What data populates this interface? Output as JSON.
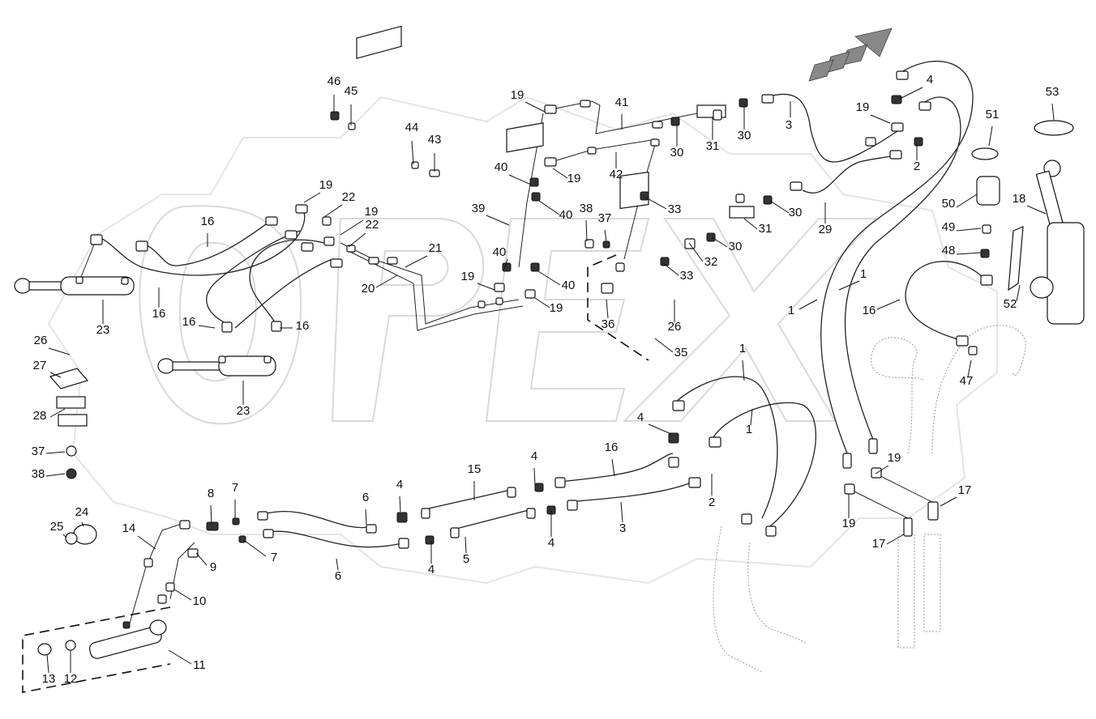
{
  "watermark": {
    "text": "OPEX",
    "color": "#d9d9d9"
  },
  "brand_mark": "",
  "colors": {
    "line": "#111111",
    "ghost": "#999999",
    "background": "#ffffff",
    "arrow": "#888888"
  },
  "callouts": [
    {
      "id": "c1a",
      "label": "1"
    },
    {
      "id": "c1b",
      "label": "1"
    },
    {
      "id": "c1c",
      "label": "1"
    },
    {
      "id": "c1d",
      "label": "1"
    },
    {
      "id": "c2a",
      "label": "2"
    },
    {
      "id": "c2b",
      "label": "2"
    },
    {
      "id": "c3a",
      "label": "3"
    },
    {
      "id": "c3b",
      "label": "3"
    },
    {
      "id": "c4a",
      "label": "4"
    },
    {
      "id": "c4b",
      "label": "4"
    },
    {
      "id": "c4c",
      "label": "4"
    },
    {
      "id": "c4d",
      "label": "4"
    },
    {
      "id": "c4e",
      "label": "4"
    },
    {
      "id": "c4f",
      "label": "4"
    },
    {
      "id": "c5",
      "label": "5"
    },
    {
      "id": "c6a",
      "label": "6"
    },
    {
      "id": "c6b",
      "label": "6"
    },
    {
      "id": "c7a",
      "label": "7"
    },
    {
      "id": "c7b",
      "label": "7"
    },
    {
      "id": "c8",
      "label": "8"
    },
    {
      "id": "c9",
      "label": "9"
    },
    {
      "id": "c10",
      "label": "10"
    },
    {
      "id": "c11",
      "label": "11"
    },
    {
      "id": "c12",
      "label": "12"
    },
    {
      "id": "c13",
      "label": "13"
    },
    {
      "id": "c14",
      "label": "14"
    },
    {
      "id": "c15",
      "label": "15"
    },
    {
      "id": "c16a",
      "label": "16"
    },
    {
      "id": "c16b",
      "label": "16"
    },
    {
      "id": "c16c",
      "label": "16"
    },
    {
      "id": "c16d",
      "label": "16"
    },
    {
      "id": "c16e",
      "label": "16"
    },
    {
      "id": "c16f",
      "label": "16"
    },
    {
      "id": "c17a",
      "label": "17"
    },
    {
      "id": "c17b",
      "label": "17"
    },
    {
      "id": "c18",
      "label": "18"
    },
    {
      "id": "c19a",
      "label": "19"
    },
    {
      "id": "c19b",
      "label": "19"
    },
    {
      "id": "c19c",
      "label": "19"
    },
    {
      "id": "c19d",
      "label": "19"
    },
    {
      "id": "c19e",
      "label": "19"
    },
    {
      "id": "c19f",
      "label": "19"
    },
    {
      "id": "c19g",
      "label": "19"
    },
    {
      "id": "c19h",
      "label": "19"
    },
    {
      "id": "c19i",
      "label": "19"
    },
    {
      "id": "c20",
      "label": "20"
    },
    {
      "id": "c21",
      "label": "21"
    },
    {
      "id": "c22a",
      "label": "22"
    },
    {
      "id": "c22b",
      "label": "22"
    },
    {
      "id": "c23a",
      "label": "23"
    },
    {
      "id": "c23b",
      "label": "23"
    },
    {
      "id": "c24",
      "label": "24"
    },
    {
      "id": "c25",
      "label": "25"
    },
    {
      "id": "c26a",
      "label": "26"
    },
    {
      "id": "c26b",
      "label": "26"
    },
    {
      "id": "c27",
      "label": "27"
    },
    {
      "id": "c28",
      "label": "28"
    },
    {
      "id": "c29",
      "label": "29"
    },
    {
      "id": "c30a",
      "label": "30"
    },
    {
      "id": "c30b",
      "label": "30"
    },
    {
      "id": "c30c",
      "label": "30"
    },
    {
      "id": "c30d",
      "label": "30"
    },
    {
      "id": "c31a",
      "label": "31"
    },
    {
      "id": "c31b",
      "label": "31"
    },
    {
      "id": "c32",
      "label": "32"
    },
    {
      "id": "c33a",
      "label": "33"
    },
    {
      "id": "c33b",
      "label": "33"
    },
    {
      "id": "c35",
      "label": "35"
    },
    {
      "id": "c36",
      "label": "36"
    },
    {
      "id": "c37a",
      "label": "37"
    },
    {
      "id": "c37b",
      "label": "37"
    },
    {
      "id": "c38a",
      "label": "38"
    },
    {
      "id": "c38b",
      "label": "38"
    },
    {
      "id": "c39",
      "label": "39"
    },
    {
      "id": "c40a",
      "label": "40"
    },
    {
      "id": "c40b",
      "label": "40"
    },
    {
      "id": "c40c",
      "label": "40"
    },
    {
      "id": "c40d",
      "label": "40"
    },
    {
      "id": "c41",
      "label": "41"
    },
    {
      "id": "c42",
      "label": "42"
    },
    {
      "id": "c43",
      "label": "43"
    },
    {
      "id": "c44",
      "label": "44"
    },
    {
      "id": "c45",
      "label": "45"
    },
    {
      "id": "c46",
      "label": "46"
    },
    {
      "id": "c47",
      "label": "47"
    },
    {
      "id": "c48",
      "label": "48"
    },
    {
      "id": "c49",
      "label": "49"
    },
    {
      "id": "c50",
      "label": "50"
    },
    {
      "id": "c51",
      "label": "51"
    },
    {
      "id": "c52",
      "label": "52"
    },
    {
      "id": "c53",
      "label": "53"
    }
  ],
  "icons": {
    "direction": "forward-arrow-icon"
  }
}
